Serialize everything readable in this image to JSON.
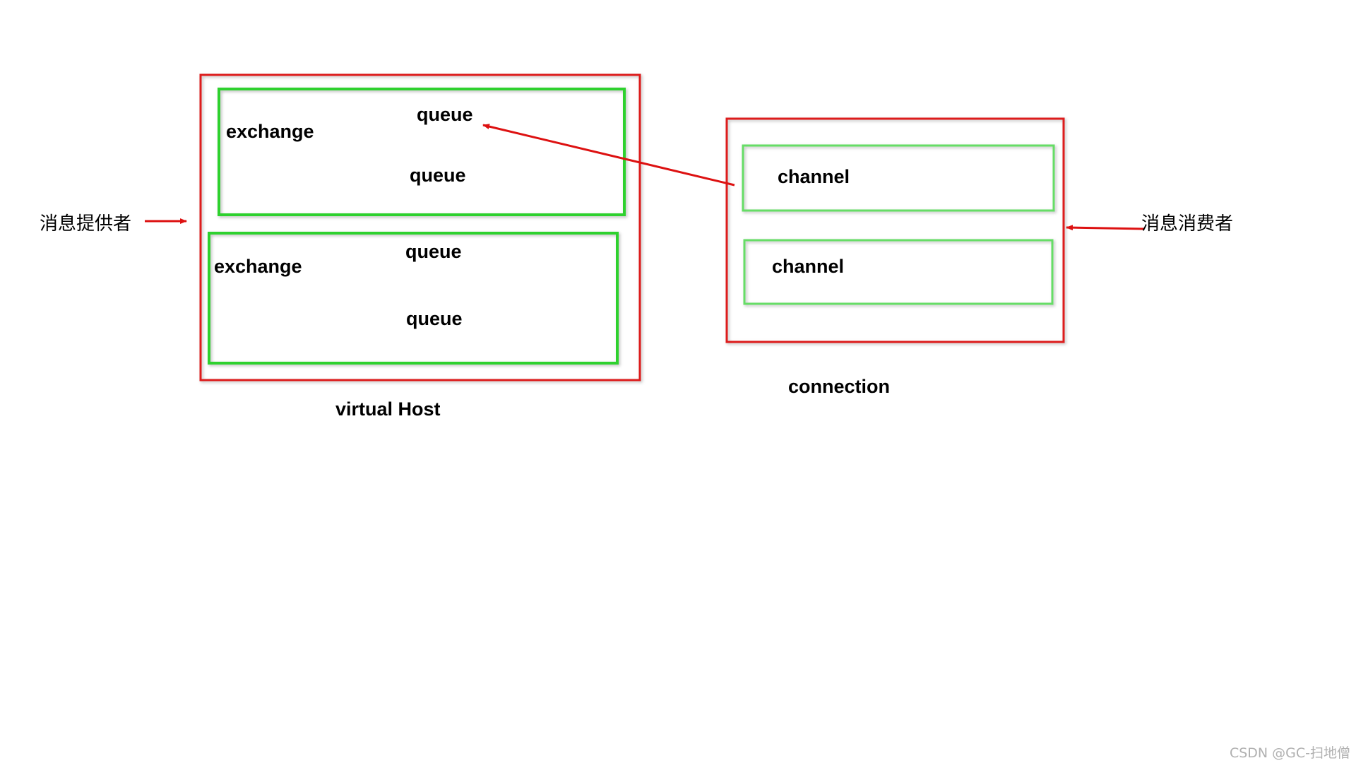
{
  "labels": {
    "provider": "消息提供者",
    "consumer": "消息消费者",
    "exchange_1": "exchange",
    "exchange_2": "exchange",
    "queue_1": "queue",
    "queue_2": "queue",
    "queue_3": "queue",
    "queue_4": "queue",
    "channel_1": "channel",
    "channel_2": "channel",
    "virtual_host": "virtual Host",
    "connection": "connection"
  },
  "watermark": "CSDN @GC-扫地僧",
  "colors": {
    "outer_box": "#dd1c1c",
    "inner_box": "#2fd12f",
    "arrow": "#dd1111"
  }
}
